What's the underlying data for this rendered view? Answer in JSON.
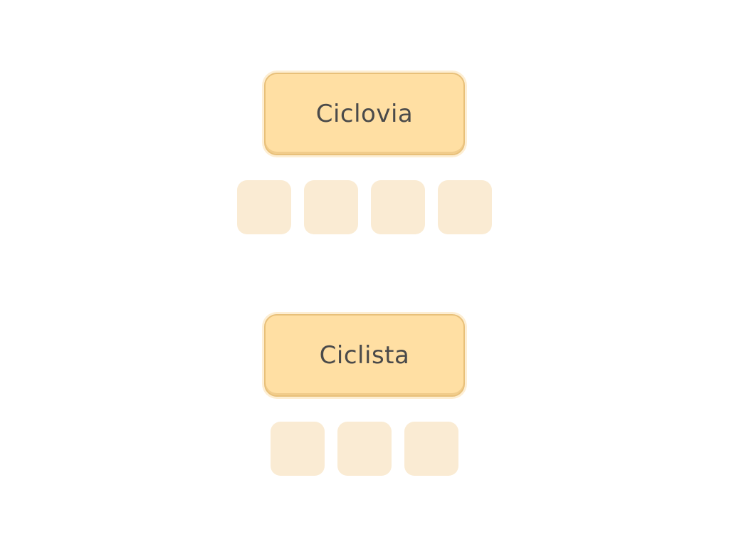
{
  "puzzles": [
    {
      "word": "Ciclovia",
      "slot_count": 4
    },
    {
      "word": "Ciclista",
      "slot_count": 3
    }
  ],
  "colors": {
    "card_fill": "#ffdfa3",
    "card_border": "#e8c07a",
    "slot_fill": "#faebd3",
    "text": "#4a4a4a"
  }
}
